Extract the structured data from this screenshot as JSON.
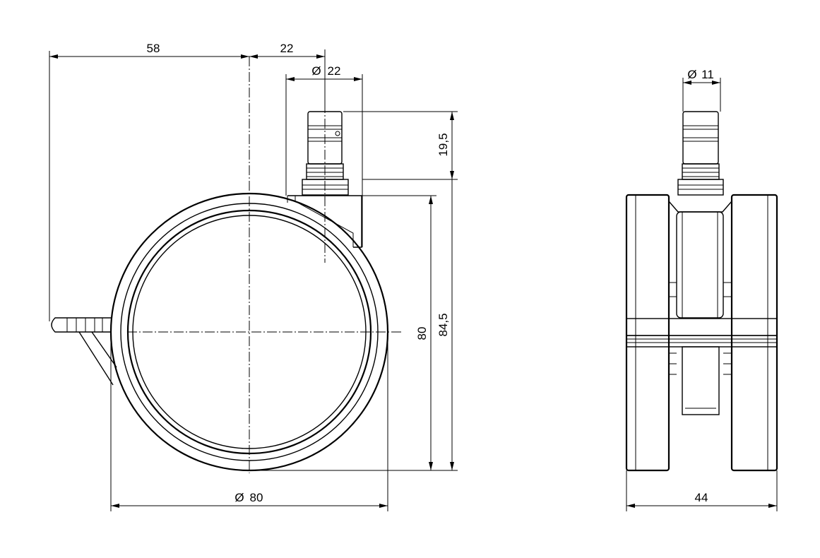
{
  "side_view": {
    "dim_width_left": "58",
    "dim_offset_right": "22",
    "dim_stem_dia": "22",
    "dim_stem_height": "19,5",
    "dim_wheel_dia": "80",
    "dim_total_height": "84,5",
    "dim_wheel_dia_bottom": "80"
  },
  "front_view": {
    "dim_pin_dia": "11",
    "dim_width": "44"
  },
  "symbols": {
    "diameter": "Ø"
  },
  "colors": {
    "line": "#000000",
    "background": "#ffffff"
  }
}
